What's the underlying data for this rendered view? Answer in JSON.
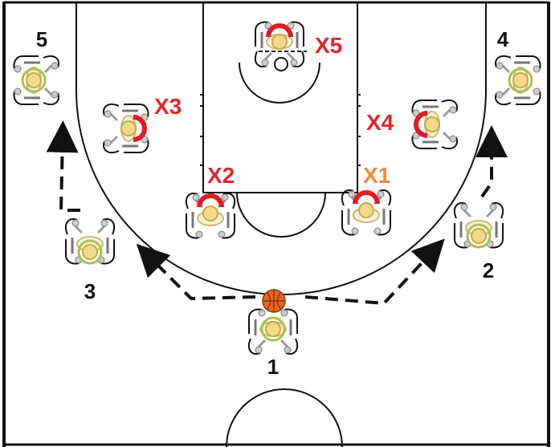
{
  "colors": {
    "line": "#111111",
    "offense_head": "#f3d98a",
    "offense_ring": "#a6c34a",
    "defense_cap": "#e11b22",
    "defense_label": "#e0262b",
    "x1_label": "#f08a3c",
    "ball": "#e8661b"
  },
  "offense": [
    {
      "id": "1",
      "label": "1",
      "has_ball": true
    },
    {
      "id": "2",
      "label": "2",
      "has_ball": false
    },
    {
      "id": "3",
      "label": "3",
      "has_ball": false
    },
    {
      "id": "4",
      "label": "4",
      "has_ball": false
    },
    {
      "id": "5",
      "label": "5",
      "has_ball": false
    }
  ],
  "defense": [
    {
      "id": "x1",
      "label": "X1"
    },
    {
      "id": "x2",
      "label": "X2"
    },
    {
      "id": "x3",
      "label": "X3"
    },
    {
      "id": "x4",
      "label": "X4"
    },
    {
      "id": "x5",
      "label": "X5"
    }
  ],
  "pass_lanes": [
    {
      "from": "1",
      "to": "2",
      "style": "dashed-arrow"
    },
    {
      "from": "1",
      "to": "3",
      "style": "dashed-arrow"
    },
    {
      "from": "2",
      "to": "4",
      "style": "dashed-arrow"
    },
    {
      "from": "3",
      "to": "5",
      "style": "dashed-arrow"
    }
  ],
  "icons": {
    "player": "player-topdown-icon",
    "ball": "basketball-icon"
  }
}
